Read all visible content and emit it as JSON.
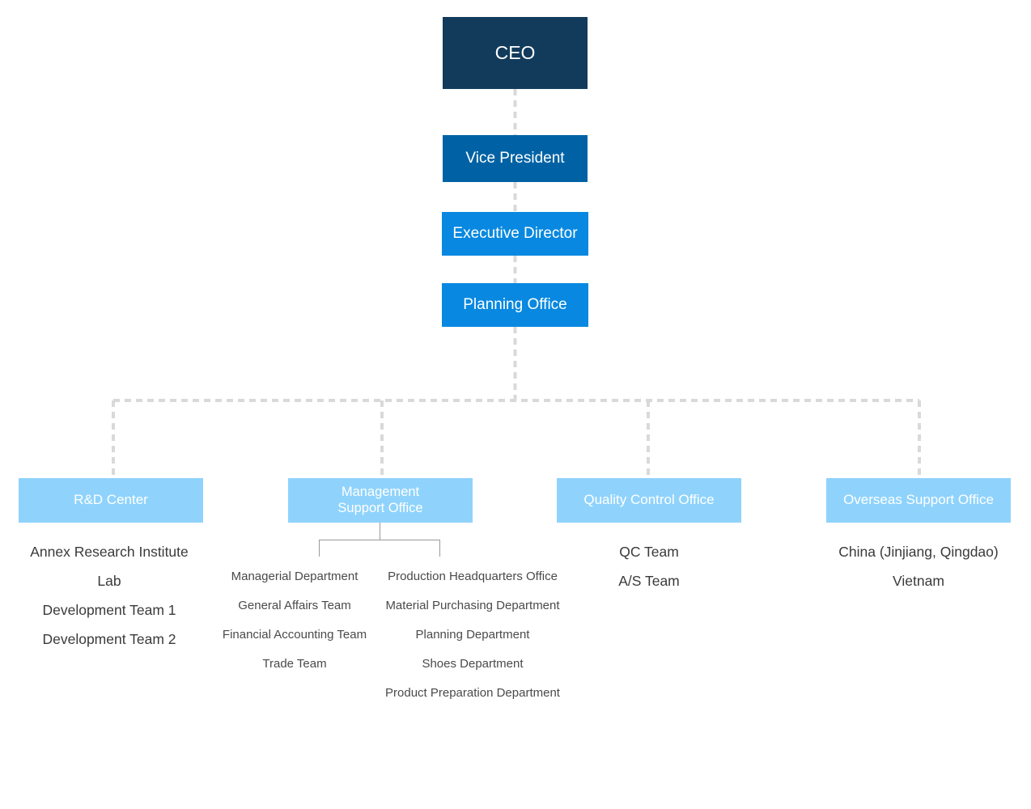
{
  "nodes": {
    "ceo": "CEO",
    "vice_president": "Vice President",
    "executive_director": "Executive Director",
    "planning_office": "Planning Office"
  },
  "offices": {
    "rd_center": {
      "label": "R&D Center",
      "teams": [
        "Annex Research Institute",
        "Lab",
        "Development Team 1",
        "Development Team 2"
      ]
    },
    "management_support_office": {
      "label": "Management\nSupport Office",
      "left_teams": [
        "Managerial Department",
        "General Affairs Team",
        "Financial Accounting Team",
        "Trade Team"
      ],
      "right_teams": [
        "Production Headquarters Office",
        "Material Purchasing Department",
        "Planning Department",
        "Shoes Department",
        "Product Preparation Department"
      ]
    },
    "quality_control_office": {
      "label": "Quality Control Office",
      "teams": [
        "QC Team",
        "A/S Team"
      ]
    },
    "overseas_support_office": {
      "label": "Overseas Support Office",
      "teams": [
        "China (Jinjiang, Qingdao)",
        "Vietnam"
      ]
    }
  },
  "colors": {
    "ceo": "#123b5b",
    "vice_president": "#0062a4",
    "director": "#0888e0",
    "office": "#8fd3fc",
    "connector": "#d9d9d9",
    "text": "#3a3a3a"
  }
}
